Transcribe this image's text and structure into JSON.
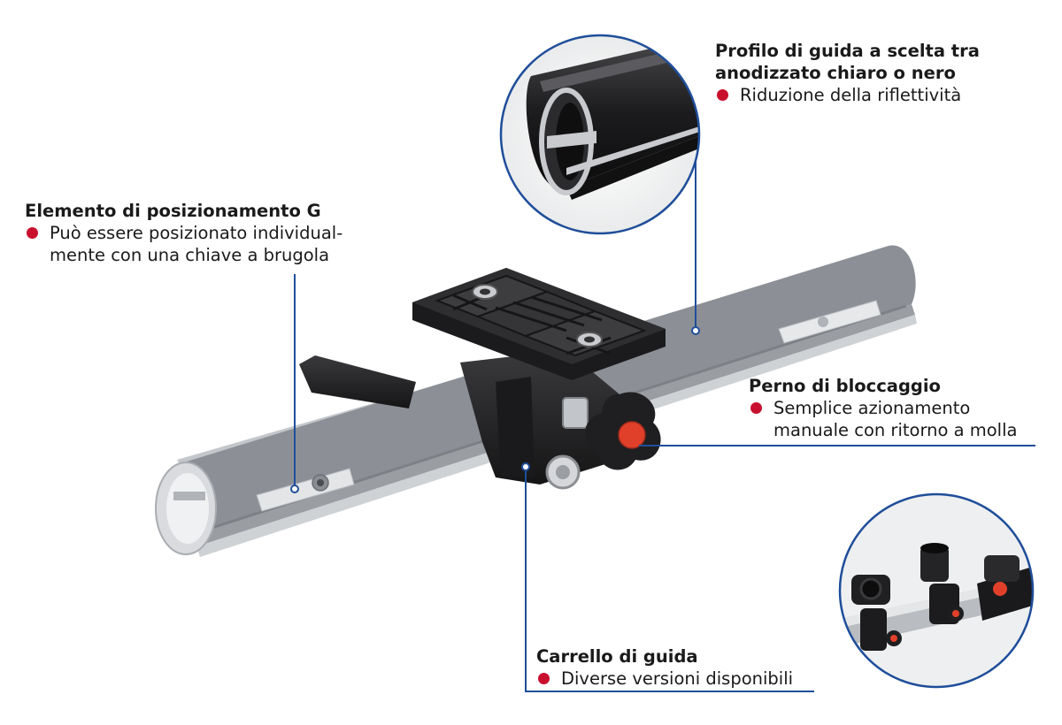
{
  "colors": {
    "leader_line": "#1f4e9a",
    "bullet": "#c8102e",
    "profile_light": "#d6d8db",
    "profile_dark": "#2a2a2c",
    "part_black": "#232325",
    "knob_cap": "#e0402a"
  },
  "callouts": {
    "profile": {
      "title_lines": [
        "Profilo di guida a scelta tra",
        "anodizzato chiaro o nero"
      ],
      "bullet_lines": [
        "Riduzione della riflettività"
      ]
    },
    "positioning": {
      "title_lines": [
        "Elemento di posizionamento G"
      ],
      "bullet_lines": [
        "Può essere posizionato individual-",
        "mente con una chiave a brugola"
      ]
    },
    "locking": {
      "title_lines": [
        "Perno di bloccaggio"
      ],
      "bullet_lines": [
        "Semplice azionamento",
        "manuale con ritorno a molla"
      ]
    },
    "carriage": {
      "title_lines": [
        "Carrello di guida"
      ],
      "bullet_lines": [
        "Diverse versioni disponibili"
      ]
    }
  }
}
